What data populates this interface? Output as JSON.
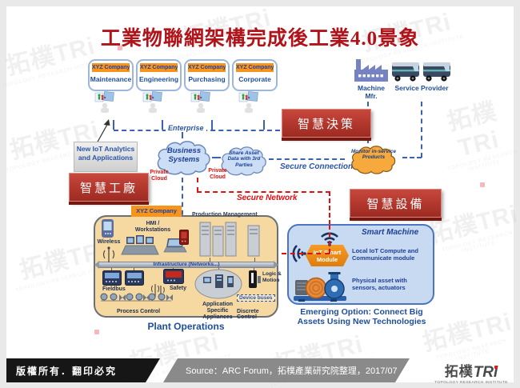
{
  "title": "工業物聯網架構完成後工業4.0景象",
  "watermark": {
    "mark": "拓樸TRi",
    "sub": "TOPOLOGY RESEARCH INSTITUTE"
  },
  "companies": [
    {
      "header": "XYZ Company",
      "label": "Maintenance"
    },
    {
      "header": "XYZ Company",
      "label": "Engineering"
    },
    {
      "header": "XYZ Company",
      "label": "Purchasing"
    },
    {
      "header": "XYZ Company",
      "label": "Corporate"
    }
  ],
  "external": {
    "machine_label": "Machine Mfr.",
    "service_label": "Service Provider"
  },
  "network_labels": {
    "enterprise": "Enterprise",
    "secure_connection": "Secure Connection",
    "secure_network": "Secure Network",
    "private_cloud_left": "Private Cloud",
    "private_cloud_right": "Private Cloud"
  },
  "red_tags": {
    "decision": "智慧決策",
    "factory": "智慧工廠",
    "device": "智慧設備"
  },
  "new_iot_label": "New IoT Analytics and Applications",
  "clouds": {
    "business": "Business Systems",
    "share_asset": "Share Asset Data with 3rd Parties",
    "monitor": "Monitor in-service Products"
  },
  "plant": {
    "header": "XYZ Company",
    "production": "Production Management",
    "hmi": "HMI / Workstations",
    "wireless": "Wireless",
    "infrastructure": "Infrastructure (Networks...)",
    "fieldbus": "Fieldbus",
    "safety": "Safety",
    "appliances": "Application Specific Appliances",
    "logic_motion": "Logic & Motion",
    "device_buses": "Device buses",
    "process_control": "Process Control",
    "discrete_control": "Discrete Control",
    "caption": "Plant Operations"
  },
  "smart_machine": {
    "title": "Smart Machine",
    "module": "IoT Smart Module",
    "local": "Local IoT Compute and Communicate module",
    "physical": "Physical asset with sensors, actuators",
    "emerging": "Emerging Option:  Connect Big Assets Using New Technologies"
  },
  "footer": {
    "copyright": "版權所有．翻印必究",
    "source": "Source：ARC Forum，拓樸產業研究院整理，2017/07",
    "logo": "拓樸",
    "logo_tri": "TRi",
    "logo_sub": "TOPOLOGY RESEARCH INSTITUTE"
  },
  "colors": {
    "title_red": "#B01319",
    "tag_red_top": "#C7473C",
    "tag_red_bottom": "#9E2A21",
    "orange_header": "#F7941D",
    "navy_text": "#1F4E9C",
    "cloud_blue": "#CBDEF5",
    "cloud_orange": "#F6AA3D",
    "plant_tan": "#F6D9A1",
    "smart_blue": "#C7DAF2",
    "dash_blue": "#3A62B0",
    "dash_red": "#E01010",
    "footer_black": "#161616",
    "footer_gray": "#8A8A8A",
    "logo_red": "#E8121C"
  }
}
